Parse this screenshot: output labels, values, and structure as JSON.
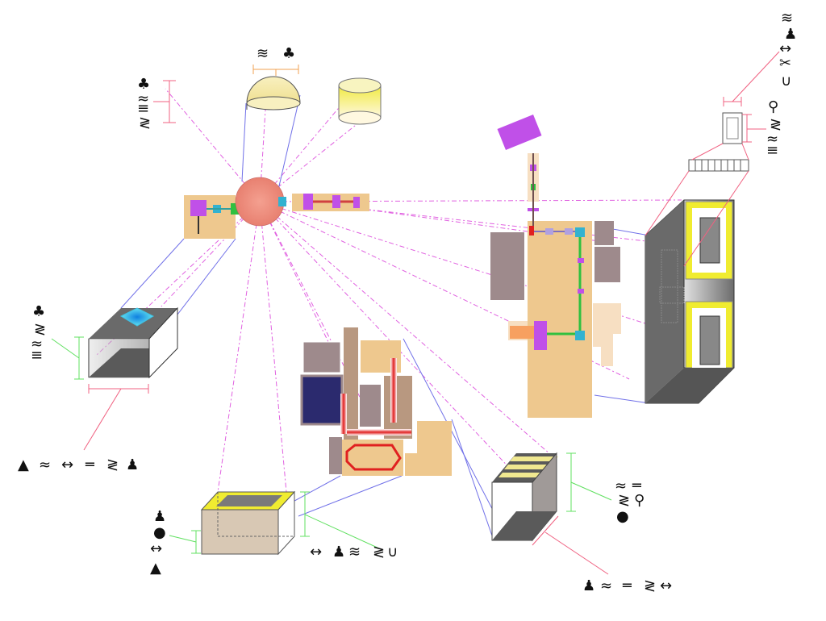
{
  "canvas": {
    "background": "#ffffff"
  },
  "colors": {
    "tan": "#eec88e",
    "pale_tan": "#f7dfc2",
    "mauve": "#9e8a8c",
    "navy": "#2b2a6e",
    "purple": "#c050e8",
    "cyan": "#32b2d0",
    "green": "#30c040",
    "red": "#e02020",
    "salmon": "#ec8c80",
    "yellow": "#f0ec30",
    "gray_dark": "#6a6a6a",
    "beam_magenta": "#e060e0",
    "beam_blue": "#7070e8",
    "dim_pink": "#f06080",
    "dim_orange": "#f0a050",
    "dim_green": "#60e060"
  },
  "legends": [
    {
      "id": "top-center",
      "glyphs": [
        "≋",
        "♣"
      ]
    },
    {
      "id": "top-left",
      "glyphs": [
        "♣",
        "≈",
        "≡",
        "≷"
      ]
    },
    {
      "id": "top-right",
      "glyphs": [
        "≋",
        "♟",
        "↔",
        "✂",
        "∪"
      ]
    },
    {
      "id": "right-mid",
      "glyphs": [
        "⚲",
        "≷",
        "≈",
        "≡"
      ]
    },
    {
      "id": "left-mid",
      "glyphs": [
        "♣",
        "≷",
        "≈",
        "≡"
      ]
    },
    {
      "id": "left-bottom-row",
      "glyphs": [
        "▲",
        "≈",
        "↔",
        "═",
        "≷",
        "♟"
      ]
    },
    {
      "id": "bottom-left-col",
      "glyphs": [
        "♟",
        "●",
        "↔",
        "▲"
      ]
    },
    {
      "id": "bottom-left-row",
      "glyphs": [
        "↔",
        "♟",
        "≋",
        "≷",
        "∪"
      ]
    },
    {
      "id": "bottom-right-col",
      "glyphs": [
        "≈",
        "═",
        "≷",
        "⚲",
        "●"
      ]
    },
    {
      "id": "bottom-right-row",
      "glyphs": [
        "♟",
        "≈",
        "═",
        "≷",
        "↔"
      ]
    }
  ]
}
